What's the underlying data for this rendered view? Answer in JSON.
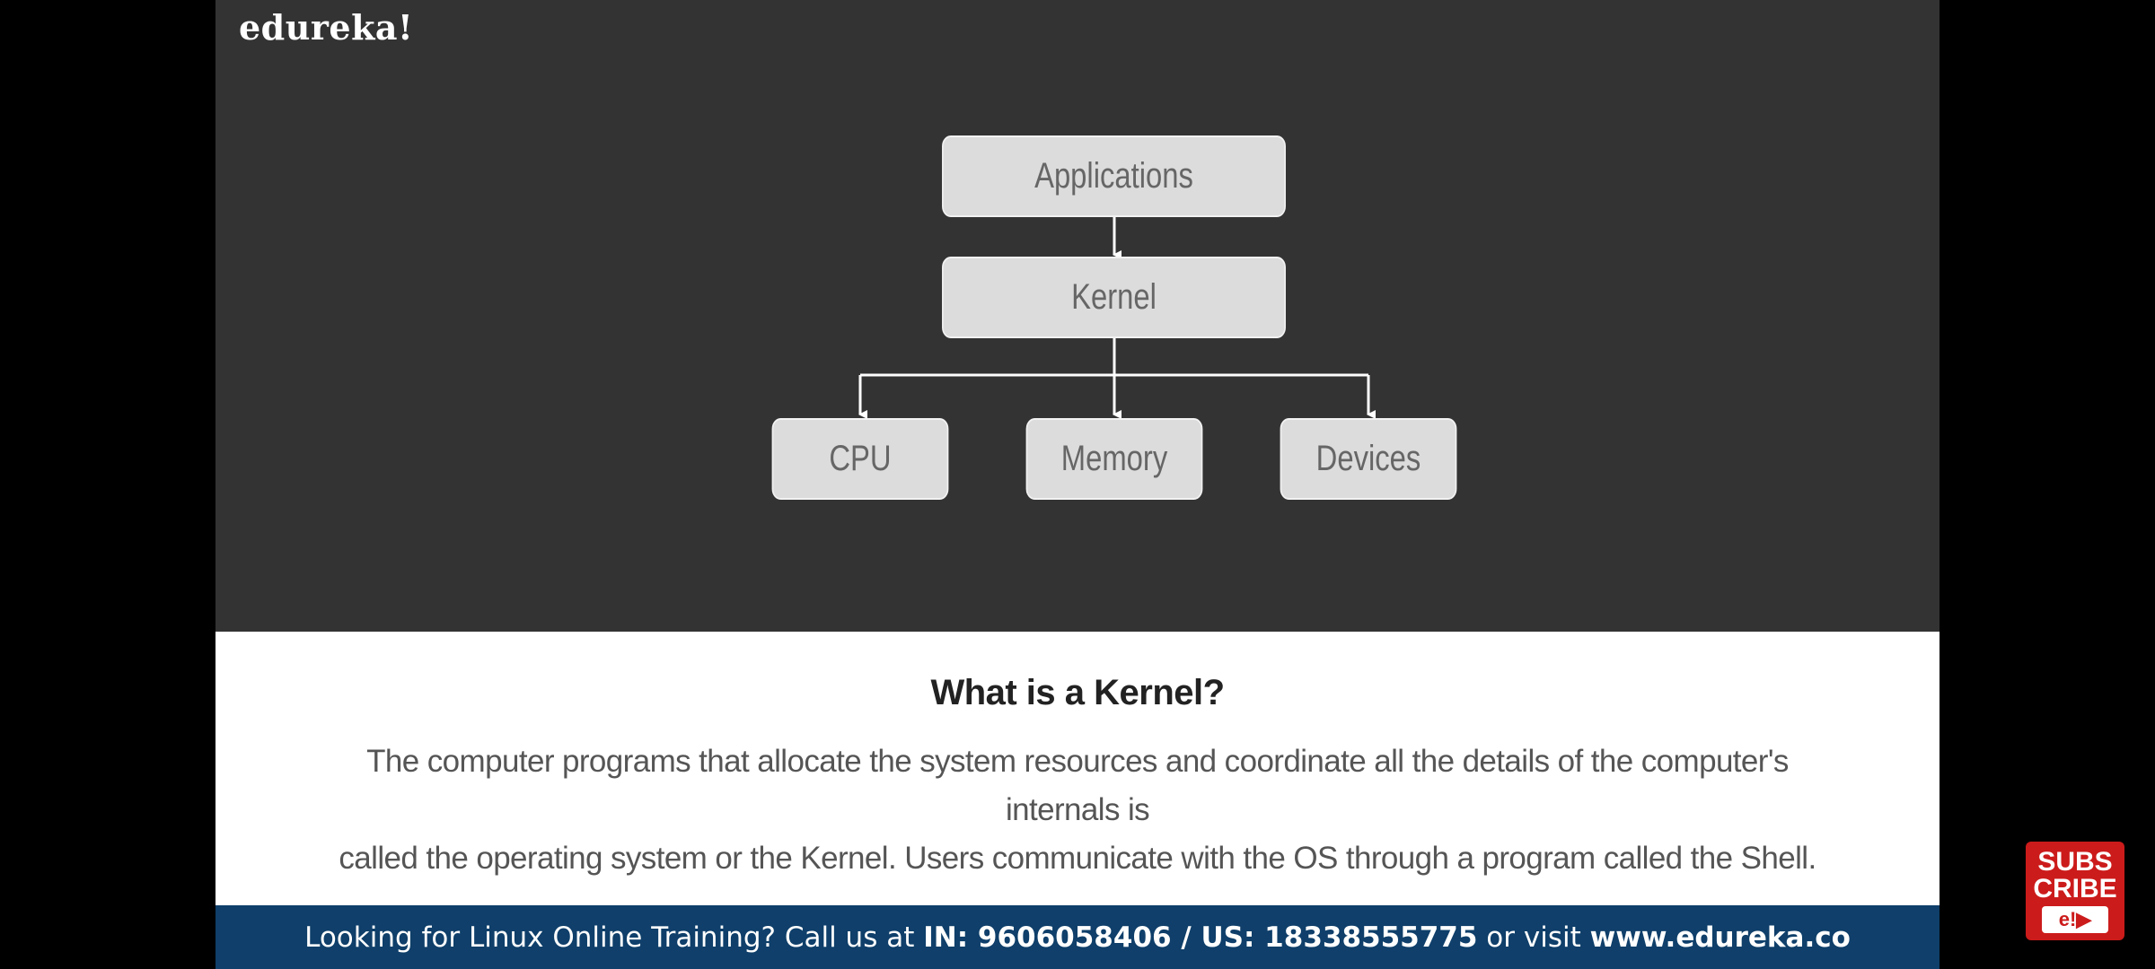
{
  "brand": {
    "logo_text": "edureka!"
  },
  "diagram": {
    "nodes": {
      "applications": "Applications",
      "kernel": "Kernel",
      "cpu": "CPU",
      "memory": "Memory",
      "devices": "Devices"
    }
  },
  "content": {
    "title": "What is a Kernel?",
    "description_line1": "The computer programs that allocate the system resources and coordinate all the details of the computer's internals is",
    "description_line2": "called the operating system or the Kernel. Users communicate with the OS through a program called the Shell."
  },
  "banner": {
    "prefix": "Looking for Linux Online Training? Call us at ",
    "phones": "IN: 9606058406 / US: 18338555775",
    "middle": " or visit ",
    "url": "www.edureka.co"
  },
  "subscribe": {
    "line1": "SUBS",
    "line2": "CRIBE",
    "logo": "e!▶"
  },
  "colors": {
    "slide_bg": "#333333",
    "node_bg": "#dcdcdc",
    "banner_bg": "#0f3f6a",
    "subscribe_bg": "#cc1b1b"
  }
}
